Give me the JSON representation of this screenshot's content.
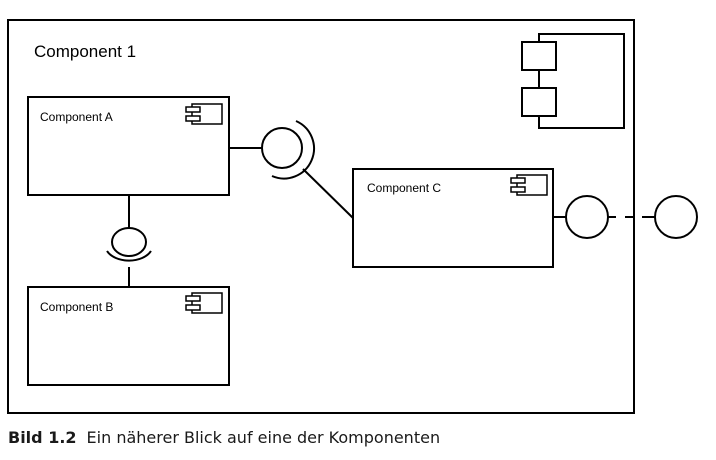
{
  "diagram": {
    "outer_component": {
      "label": "Component 1",
      "icon": "component-icon"
    },
    "components": [
      {
        "label": "Component A",
        "icon": "component-icon"
      },
      {
        "label": "Component B",
        "icon": "component-icon"
      },
      {
        "label": "Component C",
        "icon": "component-icon"
      }
    ]
  },
  "caption": {
    "label": "Bild 1.2",
    "text": "Ein näherer Blick auf eine der Komponenten"
  }
}
